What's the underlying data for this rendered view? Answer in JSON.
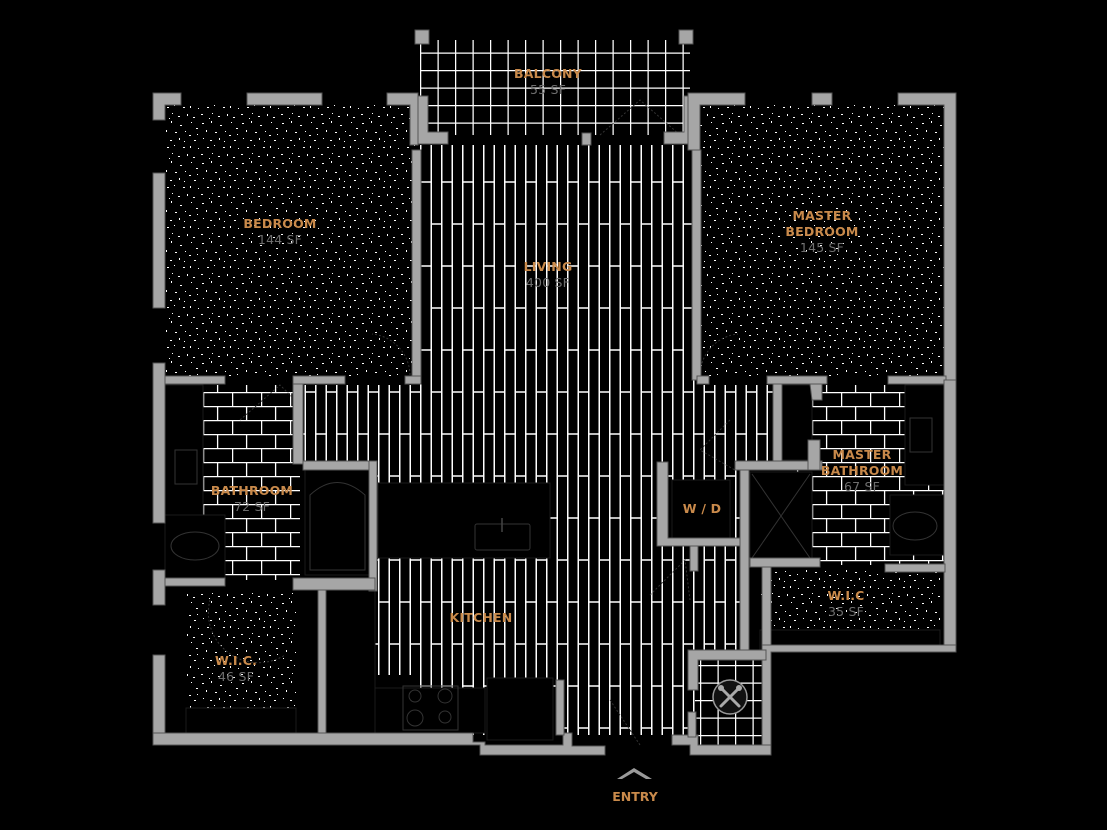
{
  "plan": {
    "background": "#000000",
    "wall_color": "#a6a6a6",
    "label_color": "#c98a4b",
    "area_color": "#6e6e6e",
    "rooms": [
      {
        "id": "balcony",
        "name": "BALCONY",
        "area": "55 SF",
        "floor": "square-tile"
      },
      {
        "id": "bedroom",
        "name": "BEDROOM",
        "area": "144 SF",
        "floor": "carpet"
      },
      {
        "id": "living",
        "name": "LIVING",
        "area": "400 SF",
        "floor": "plank"
      },
      {
        "id": "master-bedroom",
        "name_line1": "MASTER",
        "name_line2": "BEDROOM",
        "area": "145 SF",
        "floor": "carpet"
      },
      {
        "id": "bathroom",
        "name": "BATHROOM",
        "area": "72 SF",
        "floor": "brick-tile"
      },
      {
        "id": "master-bathroom",
        "name_line1": "MASTER",
        "name_line2": "BATHROOM",
        "area": "67 SF",
        "floor": "brick-tile"
      },
      {
        "id": "wd",
        "name": "W / D",
        "floor": "plank"
      },
      {
        "id": "kitchen",
        "name": "KITCHEN",
        "floor": "plank"
      },
      {
        "id": "wic-left",
        "name": "W.I.C.",
        "area": "46 SF",
        "floor": "carpet"
      },
      {
        "id": "wic-right",
        "name": "W.I.C",
        "area": "35 SF",
        "floor": "carpet"
      }
    ],
    "entry": {
      "label": "ENTRY",
      "icon": "chevron-up-icon"
    },
    "utility_icon": "tools-icon"
  }
}
